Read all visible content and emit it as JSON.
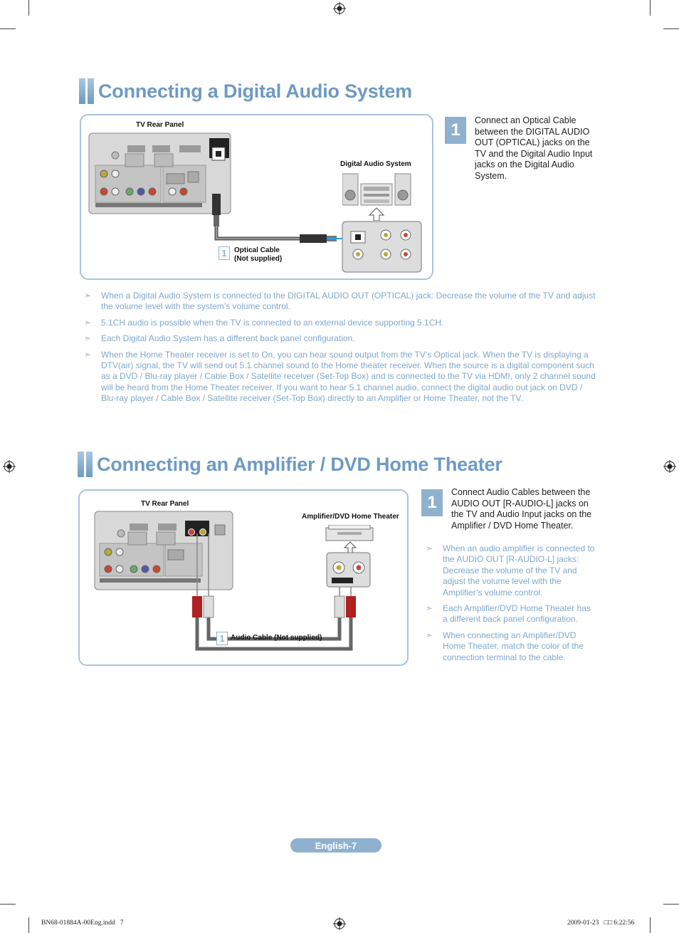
{
  "section1": {
    "title": "Connecting a Digital Audio System",
    "tv_rear_panel_label": "TV Rear Panel",
    "device_label": "Digital Audio System",
    "cable_label_line1": "Optical Cable",
    "cable_label_line2": "(Not supplied)",
    "cable_number": "1",
    "step": {
      "number": "1",
      "text": "Connect an Optical Cable between the DIGITAL AUDIO OUT (OPTICAL) jacks on the TV and the Digital Audio Input jacks on the Digital Audio System."
    },
    "notes": [
      "When a Digital Audio System is connected to the DIGITAL AUDIO OUT (OPTICAL) jack: Decrease the volume of the TV and adjust the volume level with the system’s volume control.",
      "5.1CH audio is possible when the TV is connected to an external device supporting 5.1CH.",
      "Each Digital Audio System has a different back panel configuration.",
      "When the Home Theater receiver is set to On, you can hear sound output from the TV’s Optical jack. When the TV is displaying a DTV(air) signal, the TV will send out 5.1 channel sound to the Home theater receiver. When the source is a digital component such as a DVD / Blu-ray player / Cable Box / Satellite receiver (Set-Top Box) and is connected to the TV via HDMI, only 2 channel sound will be heard from the Home Theater receiver. If you want to hear 5.1 channel audio, connect the digital audio out jack on DVD / Blu-ray player / Cable Box / Satellite receiver (Set-Top Box) directly to an Amplifier or Home Theater, not the TV."
    ]
  },
  "section2": {
    "title": "Connecting an Amplifier / DVD Home Theater",
    "tv_rear_panel_label": "TV Rear Panel",
    "device_label": "Amplifier/DVD Home Theater",
    "cable_label": "Audio Cable (Not supplied)",
    "cable_number": "1",
    "step": {
      "number": "1",
      "text": "Connect Audio Cables between the AUDIO OUT [R-AUDIO-L] jacks on the TV and Audio Input jacks on the Amplifier / DVD Home Theater."
    },
    "notes": [
      "When an audio amplifier is connected to the AUDIO OUT [R-AUDIO-L] jacks: Decrease the volume of the TV and adjust the volume level with the Amplifier’s volume control.",
      "Each Amplifier/DVD Home Theater has a different back panel configuration.",
      "When connecting an Amplifier/DVD Home Theater, match the color of the connection terminal to the cable."
    ]
  },
  "footer": {
    "page_label": "English-7",
    "file_name": "BN68-01884A-00Eng.indd   7",
    "timestamp": "2009-01-23   □□ 6:22:56"
  },
  "colors": {
    "title": "#6e9ac3",
    "note_text": "#7ea8cc",
    "frame": "#a9c4dc",
    "step_box": "#8fb1cf"
  }
}
